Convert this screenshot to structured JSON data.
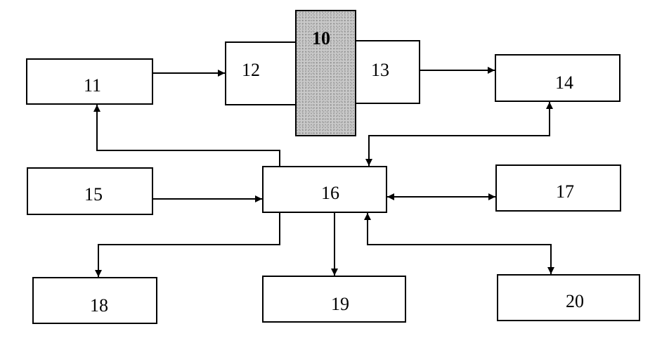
{
  "blocks": {
    "b10": "10",
    "b11": "11",
    "b12": "12",
    "b13": "13",
    "b14": "14",
    "b15": "15",
    "b16": "16",
    "b17": "17",
    "b18": "18",
    "b19": "19",
    "b20": "20"
  },
  "colors": {
    "line": "#000000",
    "shaded": "#c9c9c9"
  }
}
